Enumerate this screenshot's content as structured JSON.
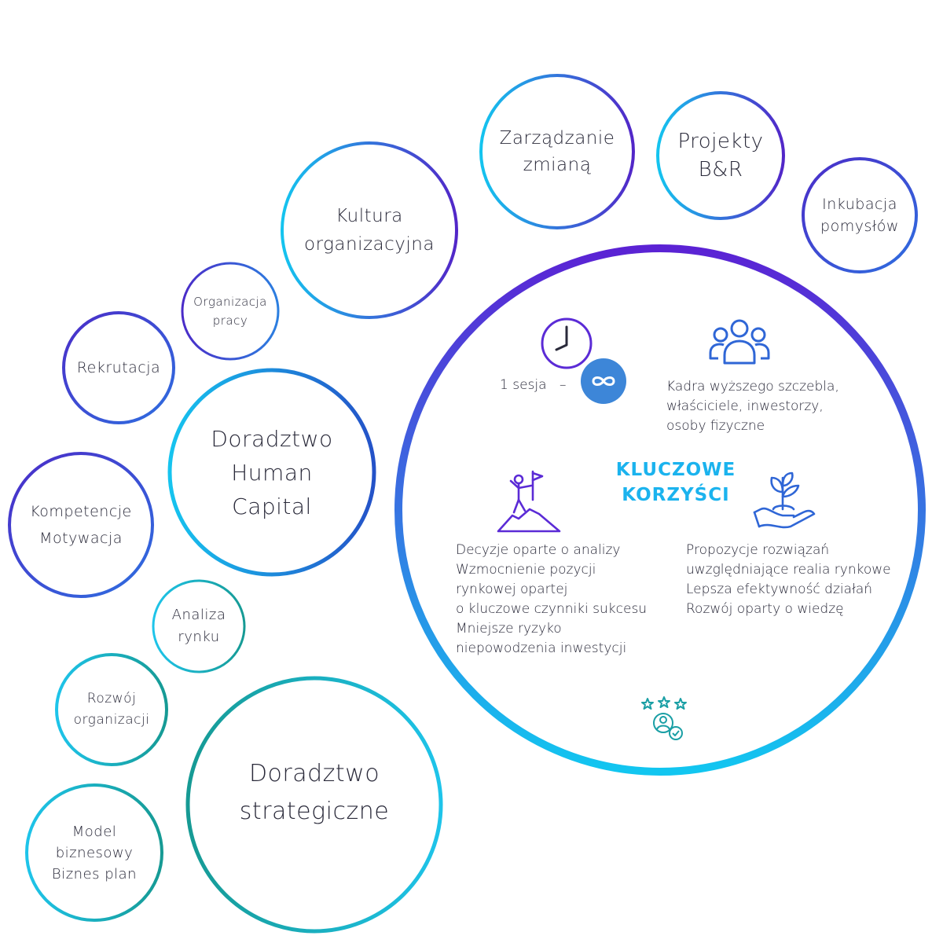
{
  "bubbles": [
    {
      "id": "zarzadzanie-zmiana",
      "lines": [
        "Zarządzanie",
        "zmianą"
      ]
    },
    {
      "id": "projekty-br",
      "lines": [
        "Projekty",
        "B&R"
      ]
    },
    {
      "id": "inkubacja-pomyslow",
      "lines": [
        "Inkubacja",
        "pomysłów"
      ]
    },
    {
      "id": "kultura-organizacyjna",
      "lines": [
        "Kultura",
        "organizacyjna"
      ]
    },
    {
      "id": "organizacja-pracy",
      "lines": [
        "Organizacja",
        "pracy"
      ]
    },
    {
      "id": "rekrutacja",
      "lines": [
        "Rekrutacja"
      ]
    },
    {
      "id": "doradztwo-human-capital",
      "lines": [
        "Doradztwo",
        "Human",
        "Capital"
      ]
    },
    {
      "id": "kompetencje-motywacja",
      "lines": [
        "Kompetencje",
        "Motywacja"
      ]
    },
    {
      "id": "analiza-rynku",
      "lines": [
        "Analiza",
        "rynku"
      ]
    },
    {
      "id": "rozwoj-organizacji",
      "lines": [
        "Rozwój",
        "organizacji"
      ]
    },
    {
      "id": "doradztwo-strategiczne",
      "lines": [
        "Doradztwo",
        "strategiczne"
      ]
    },
    {
      "id": "model-biznesowy",
      "lines": [
        "Model",
        "biznesowy",
        "Biznes plan"
      ]
    }
  ],
  "benefits": {
    "title_lines": [
      "KLUCZOWE",
      "KORZYŚCI"
    ],
    "session_label": "1 sesja",
    "session_dash": "–",
    "audience_lines": [
      "Kadra wyższego szczebla,",
      "właściciele, inwestorzy,",
      "osoby fizyczne"
    ],
    "left_lines": [
      "Decyzje oparte o analizy",
      "Wzmocnienie pozycji",
      "rynkowej opartej",
      "o kluczowe czynniki sukcesu",
      "Mniejsze ryzyko",
      "niepowodzenia inwestycji"
    ],
    "right_lines": [
      "Propozycje rozwiązań",
      "uwzględniające realia rynkowe",
      "Lepsza efektywność działań",
      "Rozwój oparty o wiedzę"
    ]
  },
  "icons": [
    "clock-icon",
    "infinity-icon",
    "people-icon",
    "climber-flag-icon",
    "hand-plant-icon",
    "rated-user-icon"
  ],
  "colors": {
    "violet": "#5b2bd6",
    "blue": "#2a62e0",
    "cyan": "#12c6f0",
    "teal": "#17a5a0",
    "title": "#1bb3ee",
    "text": "#2a2a3a"
  }
}
